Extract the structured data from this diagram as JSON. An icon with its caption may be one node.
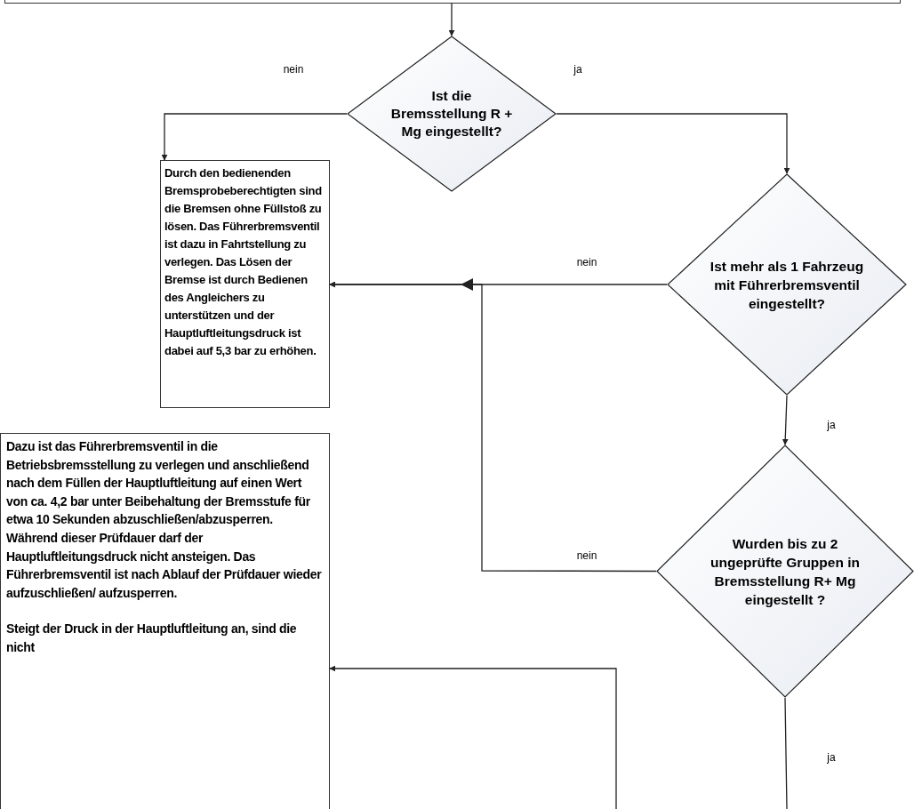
{
  "diagram": {
    "nodes": [
      {
        "text": [],
        "shape": "box"
      },
      {
        "text": [
          "Ist die Bremsstellung R + Mg eingestellt?"
        ]
      },
      {
        "text": [
          "Durch den bedienenden Bremsprobeberechtigten sind die Bremsen ohne Füllstoß zu lösen. Das Führerbremsventil ist dazu in Fahrtstellung zu verlegen. Das Lösen der Bremse ist durch Bedienen des Angleichers zu unterstützen und der Hauptluftleitungsdruck ist dabei auf 5,3 bar zu erhöhen."
        ]
      },
      {
        "text": [
          "Ist mehr als 1 Fahrzeug mit Führerbremsventil eingestellt?"
        ]
      },
      {
        "text": [
          "Dazu ist das Führerbremsventil in die Betriebsbremsstellung zu verlegen und anschließend nach dem Füllen der Hauptluftleitung auf einen Wert von ca. 4,2 bar unter Beibehaltung der Bremsstufe für etwa 10 Sekunden abzuschließen/abzusperren. Während dieser Prüfdauer darf der Hauptluftleitungsdruck nicht ansteigen. Das Führerbremsventil ist nach Ablauf der Prüfdauer wieder aufzuschließen/ aufzusperren.",
          "Steigt der Druck in der Hauptluftleitung an, sind die nicht"
        ]
      },
      {
        "text": [
          "Wurden bis zu 2 ungeprüfte Gruppen in Bremsstellung R+ Mg eingestellt ?"
        ]
      }
    ],
    "edges": [
      {
        "from": 0,
        "to": 1,
        "arrow": "to"
      },
      {
        "from": 1,
        "to": 2,
        "arrow": "to",
        "label": "nein"
      },
      {
        "from": 1,
        "to": 3,
        "arrow": "to",
        "label": "ja"
      },
      {
        "from": 3,
        "to": 2,
        "arrow": "to",
        "label": "nein"
      },
      {
        "from": 3,
        "to": 5,
        "arrow": "to",
        "label": "ja"
      },
      {
        "from": 5,
        "to": 2,
        "arrow": "to",
        "label": "nein"
      },
      {
        "from": 5,
        "to": null,
        "arrow": "none",
        "label": "ja"
      },
      {
        "from": null,
        "to": 4,
        "arrow": "to"
      }
    ]
  }
}
